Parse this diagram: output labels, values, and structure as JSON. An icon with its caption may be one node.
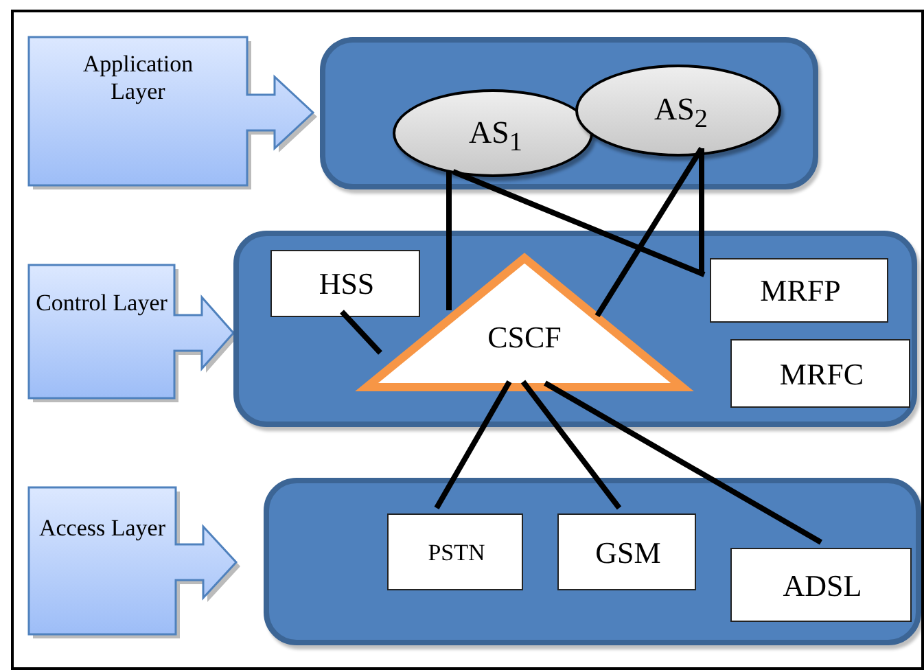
{
  "diagram": {
    "nodes": [
      {
        "text": [
          "Application Layer"
        ]
      },
      {
        "text": [],
        "shape": "box"
      },
      {
        "text": [
          "AS$_{1}$"
        ],
        "in": 1
      },
      {
        "text": [
          "AS$_{2}$"
        ],
        "in": 1
      },
      {
        "text": [
          "Control Layer"
        ]
      },
      {
        "text": [],
        "shape": "box"
      },
      {
        "text": [
          "HSS"
        ],
        "in": 5
      },
      {
        "text": [
          "CSCF"
        ],
        "in": 5
      },
      {
        "text": [
          "MRFP"
        ],
        "in": 5
      },
      {
        "text": [
          "MRFC"
        ],
        "in": 5
      },
      {
        "text": [
          "Access Layer"
        ]
      },
      {
        "text": [],
        "shape": "box"
      },
      {
        "text": [
          "PSTN"
        ],
        "in": 11
      },
      {
        "text": [
          "GSM"
        ],
        "in": 11
      },
      {
        "text": [
          "ADSL"
        ],
        "in": 11
      }
    ],
    "edges": [
      {
        "from": 2,
        "to": 7,
        "arrow": "none"
      },
      {
        "from": 2,
        "to": 8,
        "arrow": "none"
      },
      {
        "from": 3,
        "to": 7,
        "arrow": "none"
      },
      {
        "from": 3,
        "to": 8,
        "arrow": "none"
      },
      {
        "from": 6,
        "to": 7,
        "arrow": "none"
      },
      {
        "from": 7,
        "to": 12,
        "arrow": "none"
      },
      {
        "from": 7,
        "to": 13,
        "arrow": "none"
      },
      {
        "from": 7,
        "to": 14,
        "arrow": "none"
      }
    ]
  }
}
